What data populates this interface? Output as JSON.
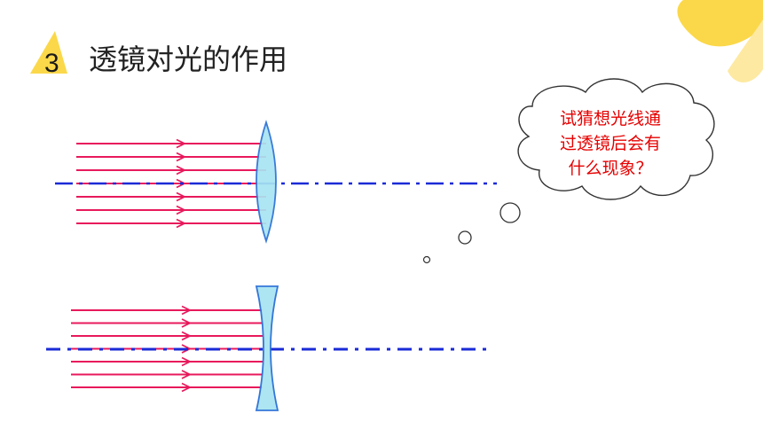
{
  "section": {
    "number": "3",
    "title": "透镜对光的作用"
  },
  "thought_bubble": {
    "lines": [
      "试猜想光线通",
      "过透镜后会有",
      "什么现象？"
    ]
  },
  "colors": {
    "accent_yellow": "#fbd84a",
    "accent_light": "#fde9a1",
    "ray_color": "#e8195c",
    "axis_color": "#1a2bd6",
    "lens_fill": "#a9e4f2",
    "lens_stroke": "#2a6fd6",
    "text_red": "#e60000"
  },
  "diagram": {
    "convex_lens": {
      "name": "convex-lens",
      "ray_count": 7
    },
    "concave_lens": {
      "name": "concave-lens",
      "ray_count": 7
    }
  }
}
